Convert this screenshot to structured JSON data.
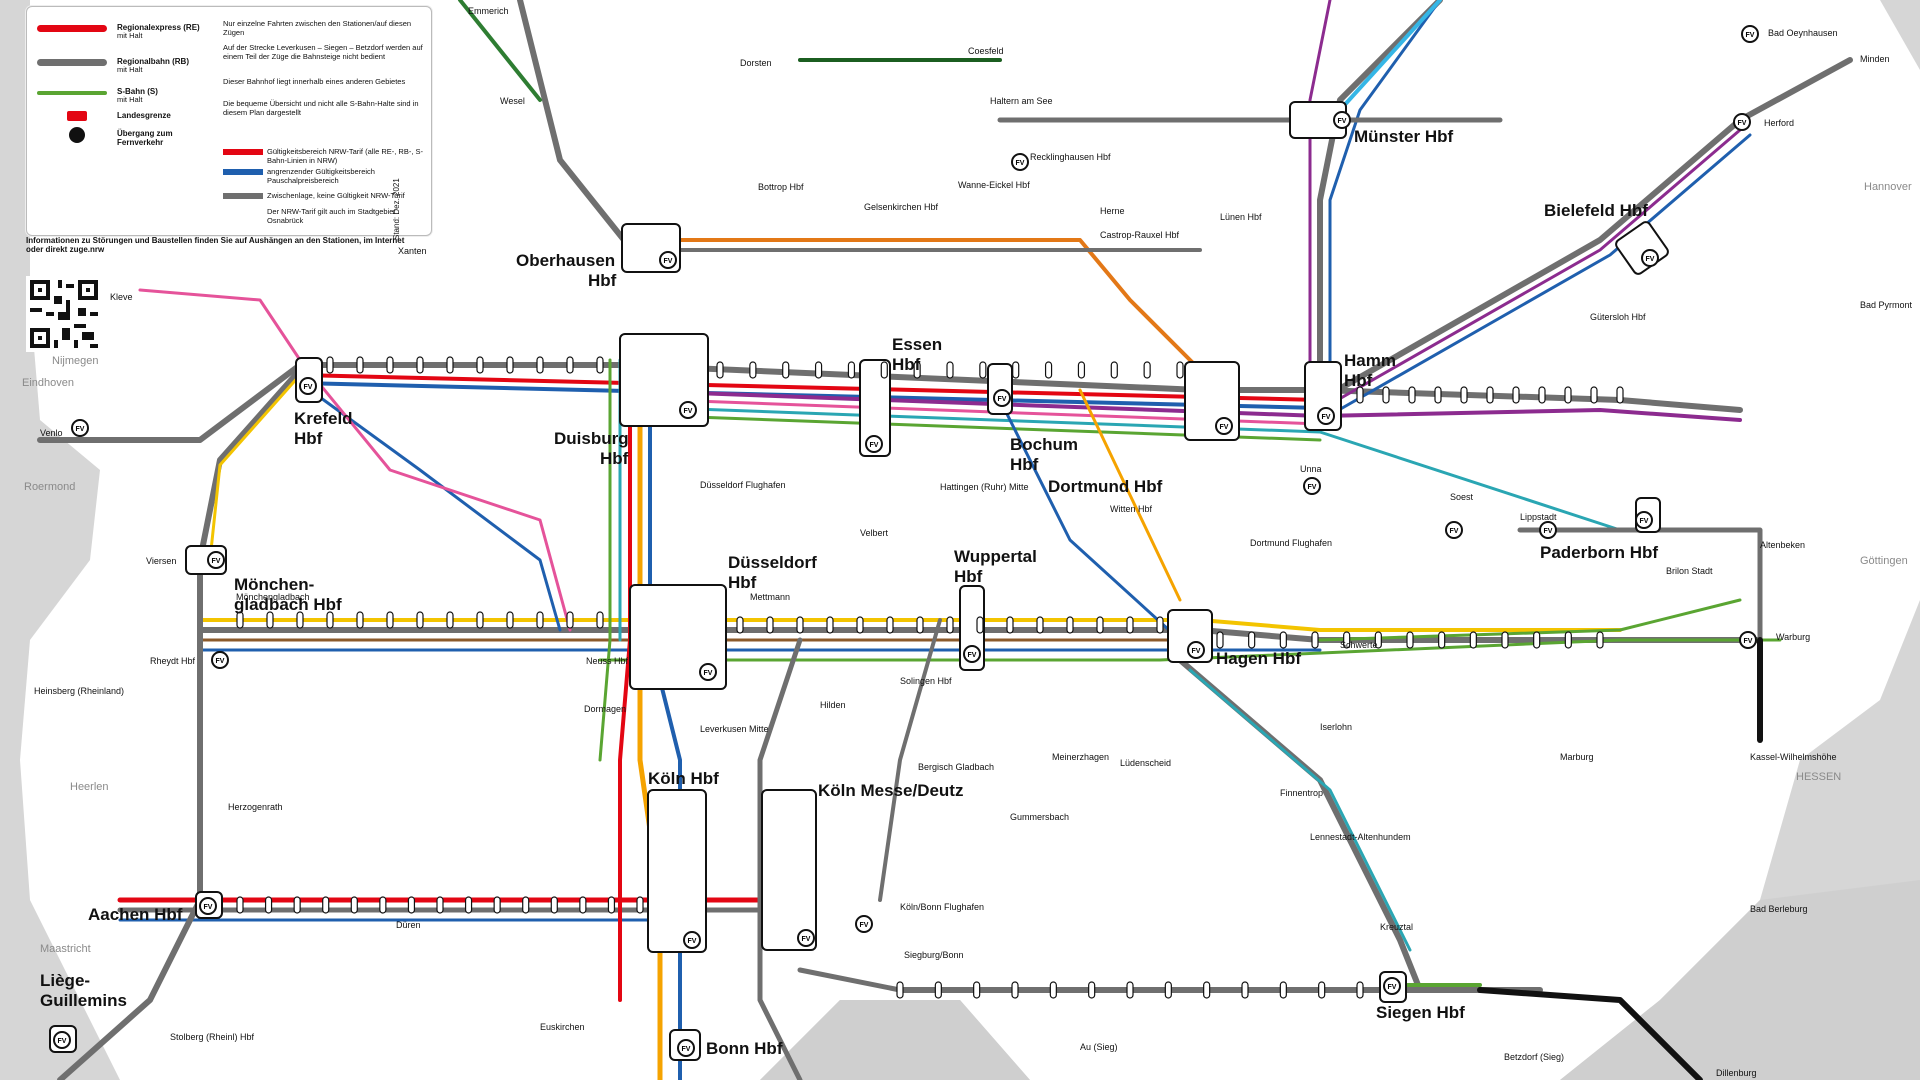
{
  "map": {
    "legend": {
      "rows": [
        {
          "label": "Regionalexpress (RE)",
          "desc": "mit Halt",
          "color": "#e30613"
        },
        {
          "label": "Regionalbahn (RB)",
          "desc": "mit Halt",
          "color": "#6f6f6f"
        },
        {
          "label": "S-Bahn (S)",
          "desc": "mit Halt",
          "color": "#5aa532"
        },
        {
          "label": "Landesgrenze",
          "desc": "",
          "color": "#e30613"
        },
        {
          "label": "Übergang zum Fernverkehr",
          "desc": "",
          "color": "#000000"
        }
      ],
      "notes": [
        "Nur einzelne Fahrten zwischen den Stationen/auf diesen Zügen",
        "Auf der Strecke Leverkusen – Siegen – Betzdorf werden auf einem Teil der Züge die Bahnsteige nicht bedient",
        "Dieser Bahnhof liegt innerhalb eines anderen Gebietes",
        "Die bequeme Übersicht und nicht alle S-Bahn-Halte sind in diesem Plan dargestellt"
      ],
      "tariff": [
        "Gültigkeitsbereich NRW-Tarif (alle RE-, RB-, S-Bahn-Linien in NRW)",
        "angrenzender Gültigkeitsbereich Pauschalpreisbereich",
        "Zwischenlage, keine Gültigkeit NRW-Tarif",
        "Der NRW-Tarif gilt auch im Stadtgebiet Osnabrück"
      ],
      "info": "Informationen zu Störungen und Baustellen finden Sie auf Aushängen an den Stationen, im Internet oder direkt zuge.nrw",
      "stand": "Stand: Dez. 2021"
    },
    "hubs": [
      {
        "name": "Oberhausen Hbf",
        "lines": [
          "Oberhausen",
          "Hbf"
        ]
      },
      {
        "name": "Duisburg Hbf",
        "lines": [
          "Duisburg",
          "Hbf"
        ]
      },
      {
        "name": "Krefeld Hbf",
        "lines": [
          "Krefeld",
          "Hbf"
        ]
      },
      {
        "name": "Mönchengladbach Hbf",
        "lines": [
          "Mönchen-",
          "gladbach Hbf"
        ]
      },
      {
        "name": "Düsseldorf Hbf",
        "lines": [
          "Düsseldorf",
          "Hbf"
        ]
      },
      {
        "name": "Essen Hbf",
        "lines": [
          "Essen",
          "Hbf"
        ]
      },
      {
        "name": "Bochum Hbf",
        "lines": [
          "Bochum",
          "Hbf"
        ]
      },
      {
        "name": "Dortmund Hbf",
        "lines": [
          "Dortmund Hbf"
        ]
      },
      {
        "name": "Hamm Hbf",
        "lines": [
          "Hamm",
          "Hbf"
        ]
      },
      {
        "name": "Münster Hbf",
        "lines": [
          "Münster Hbf"
        ]
      },
      {
        "name": "Bielefeld Hbf",
        "lines": [
          "Bielefeld Hbf"
        ]
      },
      {
        "name": "Paderborn Hbf",
        "lines": [
          "Paderborn Hbf"
        ]
      },
      {
        "name": "Wuppertal Hbf",
        "lines": [
          "Wuppertal",
          "Hbf"
        ]
      },
      {
        "name": "Hagen Hbf",
        "lines": [
          "Hagen Hbf"
        ]
      },
      {
        "name": "Köln Hbf",
        "lines": [
          "Köln Hbf"
        ]
      },
      {
        "name": "Köln Messe/Deutz",
        "lines": [
          "Köln Messe/Deutz"
        ]
      },
      {
        "name": "Aachen Hbf",
        "lines": [
          "Aachen Hbf"
        ]
      },
      {
        "name": "Bonn Hbf",
        "lines": [
          "Bonn Hbf"
        ]
      },
      {
        "name": "Siegen Hbf",
        "lines": [
          "Siegen Hbf"
        ]
      },
      {
        "name": "Liège-Guillemins",
        "lines": [
          "Liège-",
          "Guillemins"
        ]
      }
    ],
    "stations": [
      "Kleve",
      "Venlo",
      "Viersen",
      "Rheydt Hbf",
      "Heinsberg (Rheinland)",
      "Herzogenrath",
      "Neuss Hbf",
      "Dormagen",
      "Leverkusen Mitte",
      "Solingen Hbf",
      "Hilden",
      "Mettmann",
      "Wesel",
      "Xanten",
      "Emmerich",
      "Bottrop Hbf",
      "Gelsenkirchen Hbf",
      "Recklinghausen Hbf",
      "Haltern am See",
      "Dorsten",
      "Coesfeld",
      "Wanne-Eickel Hbf",
      "Herne",
      "Castrop-Rauxel Hbf",
      "Lünen Hbf",
      "Unna",
      "Soest",
      "Lippstadt",
      "Gütersloh Hbf",
      "Herford",
      "Bad Oeynhausen",
      "Minden",
      "Warburg",
      "Altenbeken",
      "Brilon Stadt",
      "Schwerte",
      "Iserlohn",
      "Witten Hbf",
      "Hattingen (Ruhr) Mitte",
      "Velbert",
      "Lüdenscheid",
      "Meinerzhagen",
      "Gummersbach",
      "Finnentrop",
      "Lennestadt-Altenhundem",
      "Kreuztal",
      "Bad Berleburg",
      "Siegburg/Bonn",
      "Euskirchen",
      "Düren",
      "Stolberg (Rheinl) Hbf",
      "Mönchengladbach",
      "Bergisch Gladbach",
      "Köln/Bonn Flughafen",
      "Düsseldorf Flughafen",
      "Dortmund Flughafen",
      "Kassel-Wilhelmshöhe",
      "Marburg",
      "Betzdorf (Sieg)",
      "Dillenburg",
      "Au (Sieg)",
      "Nijmegen",
      "Maastricht",
      "Heerlen",
      "Roermond",
      "Eindhoven",
      "Göttingen",
      "Hannover",
      "Bad Pyrmont"
    ],
    "regions": [
      "HESSEN"
    ],
    "colors": {
      "re": "#e30613",
      "rb": "#6f6f6f",
      "s": "#5aa532",
      "rhine": "#f5a300",
      "yellow": "#f3c400",
      "blue": "#1f5fae",
      "purple": "#8c2b8f",
      "pink": "#e5539a",
      "teal": "#2aa6b3",
      "brown": "#8b5a2b",
      "zone_bg": "#ebebeb",
      "zone_white": "#ffffff"
    }
  }
}
